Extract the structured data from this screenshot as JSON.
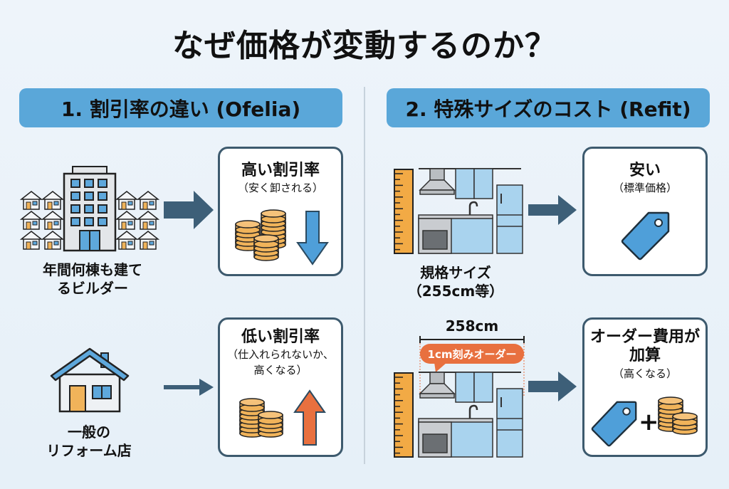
{
  "title": "なぜ価格が変動するのか？",
  "sections": [
    {
      "header": "1. 割引率の違い (Ofelia)",
      "rows": [
        {
          "source_label_lines": [
            "年間何棟も建て",
            "るビルダー"
          ],
          "source_icon": "apartment-building-with-houses-icon",
          "result_title": "高い割引率",
          "result_sub_lines": [
            "（安く卸される）"
          ],
          "result_icons": [
            "coin-stacks-icon",
            "arrow-down-icon"
          ]
        },
        {
          "source_label_lines": [
            "一般の",
            "リフォーム店"
          ],
          "source_icon": "house-icon",
          "result_title": "低い割引率",
          "result_sub_lines": [
            "（仕入れられないか、",
            "高くなる）"
          ],
          "result_icons": [
            "coin-stacks-icon",
            "arrow-up-icon"
          ]
        }
      ]
    },
    {
      "header": "2. 特殊サイズのコスト (Refit)",
      "rows": [
        {
          "source_label_lines": [
            "規格サイズ",
            "（255cm等）"
          ],
          "source_icon": "kitchen-with-ruler-icon",
          "result_title_lines": [
            "安い"
          ],
          "result_sub_lines": [
            "（標準価格）"
          ],
          "result_icons": [
            "price-tag-icon"
          ]
        },
        {
          "dimension_label": "258cm",
          "callout": "1cm刻みオーダー",
          "source_icon": "kitchen-with-ruler-icon",
          "result_title_lines": [
            "オーダー費用が",
            "加算"
          ],
          "result_sub_lines": [
            "（高くなる）"
          ],
          "plus_sign": "+",
          "result_icons": [
            "price-tag-icon",
            "plus-icon",
            "coin-stacks-icon"
          ]
        }
      ]
    }
  ],
  "colors": {
    "header_bg": "#5aa7d9",
    "arrow": "#3d5f78",
    "coin": "#f0b35a",
    "tag": "#4f9fd9",
    "arrow_down": "#4f9fd9",
    "arrow_up": "#e8703f",
    "callout": "#e8703f",
    "ruler": "#f2aa45",
    "cabinet": "#a9d3ee"
  }
}
